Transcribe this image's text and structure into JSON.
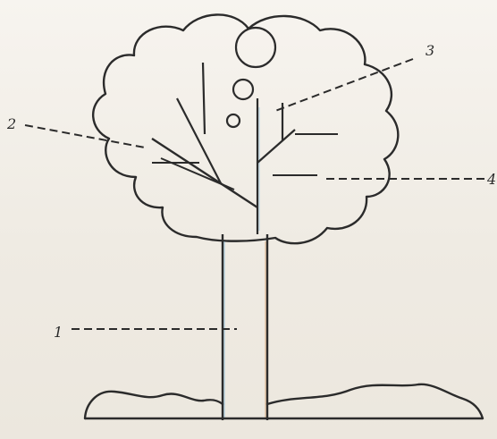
{
  "labels": {
    "label_1": "1",
    "label_2": "2",
    "label_3": "3",
    "label_4": "4"
  },
  "colors": {
    "ink": "#2b2b2b",
    "paper": "#f3f0ea",
    "trunk_blue": "#5aa9d8",
    "trunk_orange": "#d88a45"
  }
}
